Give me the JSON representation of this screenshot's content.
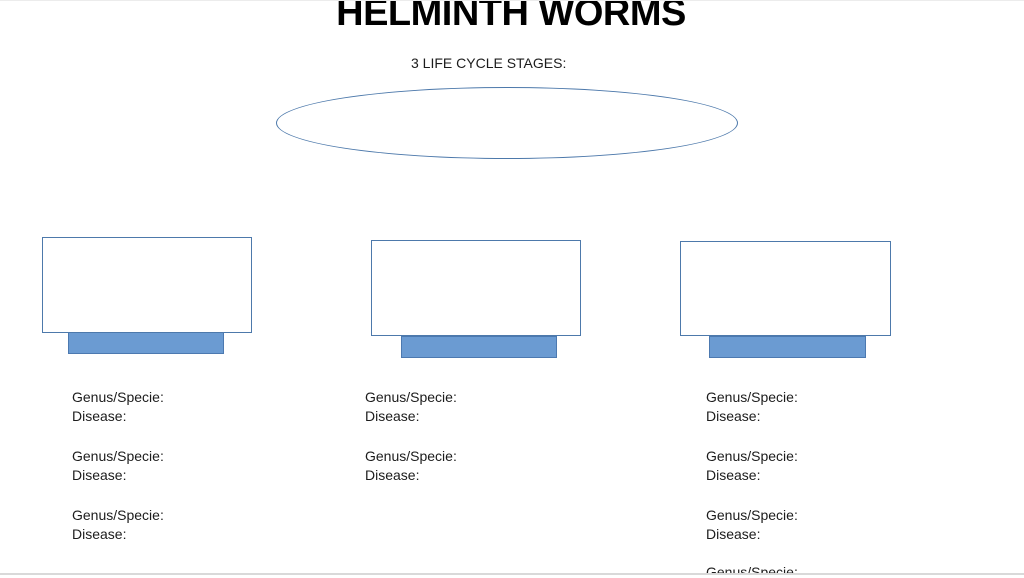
{
  "document": {
    "title": "HELMINTH WORMS",
    "subtitle": "3 LIFE CYCLE STAGES:"
  },
  "labels": {
    "genus_specie": "Genus/Specie:",
    "disease": "Disease:"
  },
  "stages": {
    "count": 3,
    "columns": [
      {
        "name": "stage-1",
        "visible_label_pairs": 3
      },
      {
        "name": "stage-2",
        "visible_label_pairs": 2
      },
      {
        "name": "stage-3",
        "visible_label_pairs": 3,
        "clipped_extra_genus_line": true
      }
    ]
  },
  "colors": {
    "shape_outline": "#4d79ab",
    "bar_fill": "#6b9bd2",
    "bar_border": "#4c79b0",
    "text": "#1c1c1c",
    "bottom_rule": "#d9d9d9"
  }
}
